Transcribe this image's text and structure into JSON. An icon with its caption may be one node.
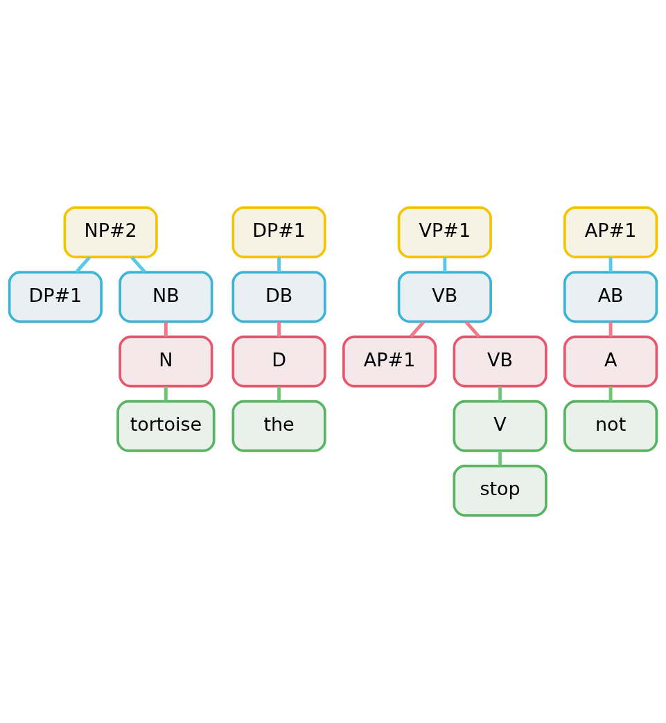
{
  "diagram": {
    "nodes": [
      {
        "text": [
          "NP#2"
        ]
      },
      {
        "text": [
          "DP#1"
        ]
      },
      {
        "text": [
          "NB"
        ]
      },
      {
        "text": [
          "N"
        ]
      },
      {
        "text": [
          "tortoise"
        ]
      },
      {
        "text": [
          "DP#1"
        ]
      },
      {
        "text": [
          "DB"
        ]
      },
      {
        "text": [
          "D"
        ]
      },
      {
        "text": [
          "the"
        ]
      },
      {
        "text": [
          "VP#1"
        ]
      },
      {
        "text": [
          "VB"
        ]
      },
      {
        "text": [
          "AP#1"
        ]
      },
      {
        "text": [
          "VB"
        ]
      },
      {
        "text": [
          "V"
        ]
      },
      {
        "text": [
          "stop"
        ]
      },
      {
        "text": [
          "AP#1"
        ]
      },
      {
        "text": [
          "AB"
        ]
      },
      {
        "text": [
          "A"
        ]
      },
      {
        "text": [
          "not"
        ]
      }
    ],
    "edges": [
      {
        "from": 0,
        "to": 1,
        "arrow": "none",
        "color": "#5bc8e6"
      },
      {
        "from": 0,
        "to": 2,
        "arrow": "none",
        "color": "#5bc8e6"
      },
      {
        "from": 2,
        "to": 3,
        "arrow": "none",
        "color": "#f07a8a"
      },
      {
        "from": 3,
        "to": 4,
        "arrow": "none",
        "color": "#6cc874"
      },
      {
        "from": 5,
        "to": 6,
        "arrow": "none",
        "color": "#5bc8e6"
      },
      {
        "from": 6,
        "to": 7,
        "arrow": "none",
        "color": "#f07a8a"
      },
      {
        "from": 7,
        "to": 8,
        "arrow": "none",
        "color": "#6cc874"
      },
      {
        "from": 9,
        "to": 10,
        "arrow": "none",
        "color": "#5bc8e6"
      },
      {
        "from": 10,
        "to": 11,
        "arrow": "none",
        "color": "#f07a8a"
      },
      {
        "from": 10,
        "to": 12,
        "arrow": "none",
        "color": "#f07a8a"
      },
      {
        "from": 12,
        "to": 13,
        "arrow": "none",
        "color": "#6cc874"
      },
      {
        "from": 13,
        "to": 14,
        "arrow": "none",
        "color": "#6cc874"
      },
      {
        "from": 15,
        "to": 16,
        "arrow": "none",
        "color": "#5bc8e6"
      },
      {
        "from": 16,
        "to": 17,
        "arrow": "none",
        "color": "#f07a8a"
      },
      {
        "from": 17,
        "to": 18,
        "arrow": "none",
        "color": "#6cc874"
      }
    ]
  }
}
